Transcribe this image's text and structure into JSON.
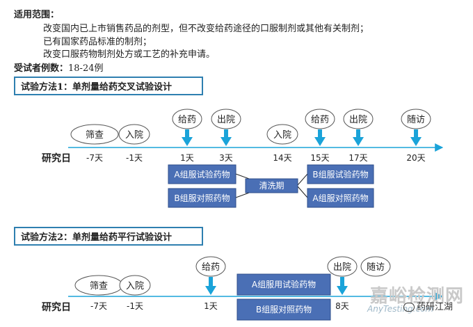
{
  "scope": {
    "heading": "适用范围：",
    "lines": [
      "改变国内已上市销售药品的剂型，但不改变给药途径的口服制剂或其他有关制剂；",
      "已有国家药品标准的制剂；",
      "改变口服药物制剂处方或工艺的补充申请。"
    ]
  },
  "subjects": {
    "label": "受试者例数：",
    "value": "18-24例"
  },
  "method1": {
    "title": "试验方法1：单剂量给药交叉试验设计",
    "axis_label": "研究日",
    "oval_labels": [
      "筛查",
      "入院",
      "入院"
    ],
    "event_labels": [
      "给药",
      "出院",
      "给药",
      "出院",
      "随访"
    ],
    "day_labels": [
      "-7天",
      "-1天",
      "1天",
      "3天",
      "14天",
      "15天",
      "17天",
      "20天"
    ],
    "period1_boxes": [
      "A组服试验药物",
      "B组服对照药物"
    ],
    "washout": "清洗期",
    "period2_boxes": [
      "B组服试验药物",
      "A组服对照药物"
    ]
  },
  "method2": {
    "title": "试验方法2：单剂量给药平行试验设计",
    "axis_label": "研究日",
    "oval_labels": [
      "筛查",
      "入院"
    ],
    "event_labels": [
      "给药",
      "出院",
      "随访"
    ],
    "day_labels": [
      "-7天",
      "-1天",
      "1天",
      "8天"
    ],
    "boxes": [
      "A组服用试验药物",
      "B组服对照药物"
    ]
  },
  "watermark": {
    "brand": "嘉峪检测网",
    "url": "AnyTesting.com",
    "account": "药研江湖"
  },
  "colors": {
    "frame": "#2e7fb0",
    "arrow": "#1aa3d9",
    "box_fill": "#4a6fb5",
    "box_text": "#ffffff"
  }
}
